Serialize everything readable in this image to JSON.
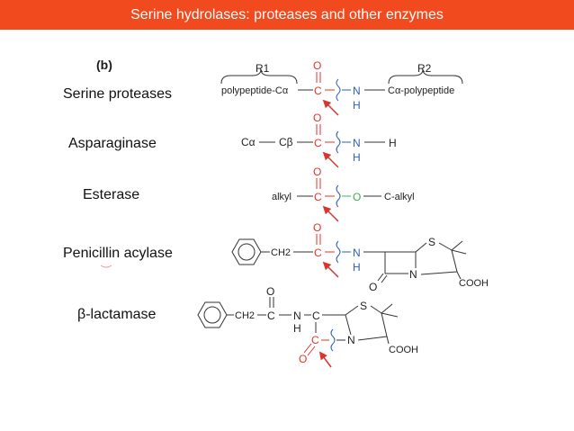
{
  "header": {
    "title": "Serine hydrolases: proteases and other enzymes"
  },
  "panel_label": "(b)",
  "rows": [
    {
      "label": "Serine proteases"
    },
    {
      "label": "Asparaginase"
    },
    {
      "label": "Esterase"
    },
    {
      "label": "Penicillin acylase"
    },
    {
      "label": "β-lactamase"
    }
  ],
  "atoms": {
    "R1": "R1",
    "R2": "R2",
    "polypeptide_left": "polypeptide-Cα",
    "polypeptide_right": "Cα-polypeptide",
    "C": "C",
    "O": "O",
    "N": "N",
    "H": "H",
    "S": "S",
    "Ca": "Cα",
    "Cb": "Cβ",
    "alkyl": "alkyl",
    "c_alkyl": "C-alkyl",
    "CH2": "CH2",
    "COOH": "COOH"
  },
  "colors": {
    "header_bg": "#f04a1e",
    "carbonyl": "#e8302a",
    "nitrogen": "#2b5fb8",
    "ester_oxygen": "#3cb44b",
    "bond": "#333333",
    "arrow": "#d9352c"
  }
}
